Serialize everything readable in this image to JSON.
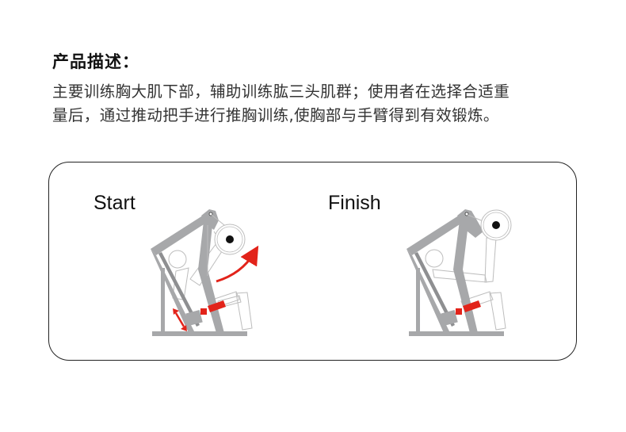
{
  "description": {
    "title": "产品描述：",
    "lines": [
      "主要训练胸大肌下部，辅助训练肱三头肌群；使用者在选择合适重",
      "量后，通过推动把手进行推胸训练,使胸部与手臂得到有效锻炼。"
    ]
  },
  "panel": {
    "stages": [
      {
        "label": "Start"
      },
      {
        "label": "Finish"
      }
    ]
  },
  "colors": {
    "frame_gray": "#a7a8aa",
    "accent_red": "#e2231a",
    "outline": "#bdbdbd",
    "border": "#222222"
  },
  "icons": {
    "motion_arrow": "curved-arrow-up-right",
    "adjust_arrow": "double-headed-arrow"
  }
}
